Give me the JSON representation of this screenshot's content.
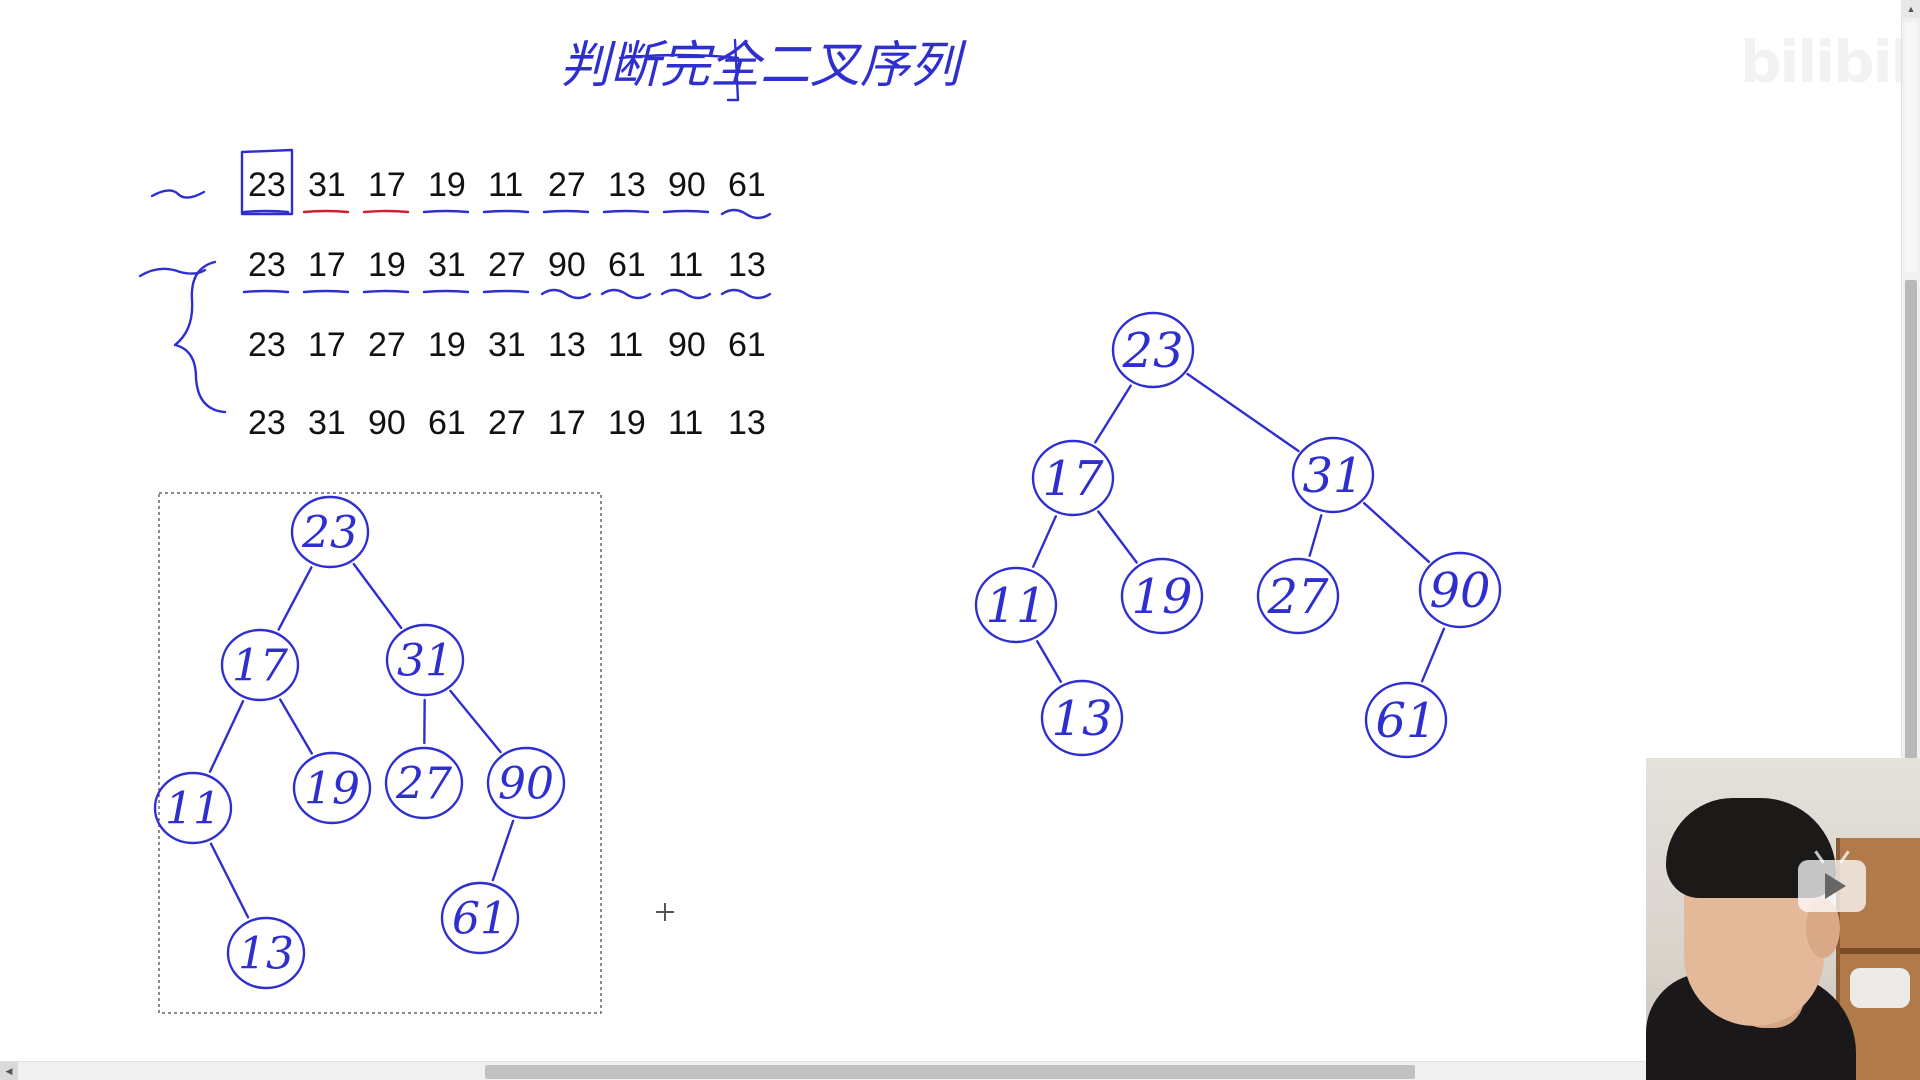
{
  "title": "判断完全二叉序列",
  "watermark": "bilibili",
  "sequences": [
    [
      "23",
      "31",
      "17",
      "19",
      "11",
      "27",
      "13",
      "90",
      "61"
    ],
    [
      "23",
      "17",
      "19",
      "31",
      "27",
      "90",
      "61",
      "11",
      "13"
    ],
    [
      "23",
      "17",
      "27",
      "19",
      "31",
      "13",
      "11",
      "90",
      "61"
    ],
    [
      "23",
      "31",
      "90",
      "61",
      "27",
      "17",
      "19",
      "11",
      "13"
    ]
  ],
  "tree_left": {
    "nodes": [
      "23",
      "17",
      "31",
      "11",
      "19",
      "27",
      "90",
      "13",
      "61"
    ]
  },
  "tree_right": {
    "nodes": [
      "23",
      "17",
      "31",
      "11",
      "19",
      "27",
      "90",
      "13",
      "61"
    ]
  },
  "colors": {
    "ink": "#2f2fd0",
    "underline_red": "#d02030",
    "text": "#111111"
  },
  "icons": {
    "play": "play-icon",
    "cursor": "crosshair-cursor-icon"
  }
}
